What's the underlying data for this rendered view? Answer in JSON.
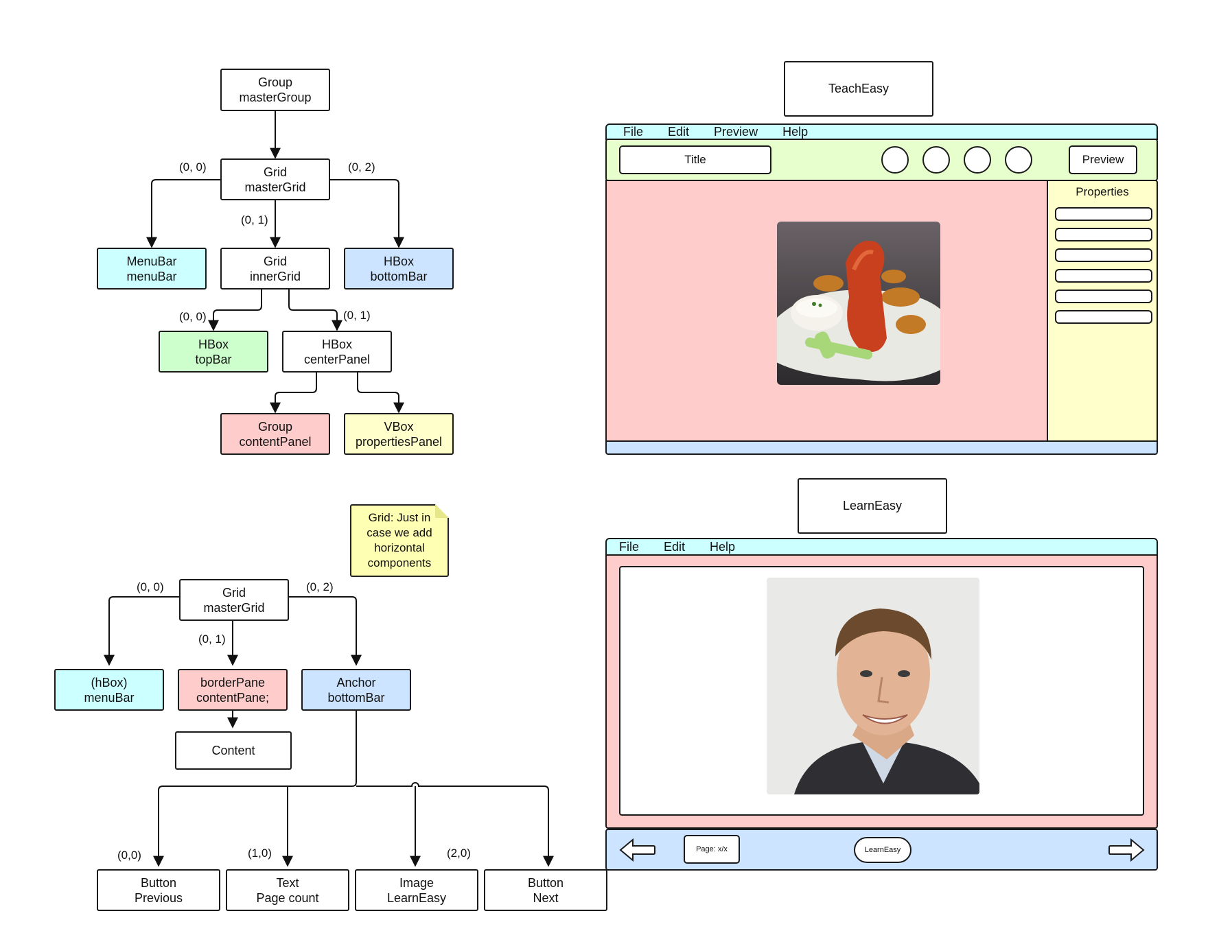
{
  "tree1": {
    "masterGroup": [
      "Group",
      "masterGroup"
    ],
    "masterGrid": [
      "Grid",
      "masterGrid"
    ],
    "menuBar": [
      "MenuBar",
      "menuBar"
    ],
    "innerGrid": [
      "Grid",
      "innerGrid"
    ],
    "bottomBar": [
      "HBox",
      "bottomBar"
    ],
    "topBar": [
      "HBox",
      "topBar"
    ],
    "centerPanel": [
      "HBox",
      "centerPanel"
    ],
    "contentPanel": [
      "Group",
      "contentPanel"
    ],
    "propertiesPanel": [
      "VBox",
      "propertiesPanel"
    ],
    "labels": {
      "menu": "(0, 0)",
      "bottom": "(0, 2)",
      "inner": "(0, 1)",
      "top": "(0, 0)",
      "center": "(0, 1)"
    }
  },
  "tree2": {
    "masterGrid": [
      "Grid",
      "masterGrid"
    ],
    "menuBar": [
      "(hBox)",
      "menuBar"
    ],
    "contentPane": [
      "borderPane",
      "contentPane;"
    ],
    "bottomBar": [
      "Anchor",
      "bottomBar"
    ],
    "content": "Content",
    "previous": [
      "Button",
      "Previous"
    ],
    "pageCount": [
      "Text",
      "Page count"
    ],
    "learnEasy": [
      "Image",
      "LearnEasy"
    ],
    "next": [
      "Button",
      "Next"
    ],
    "labels": {
      "menu": "(0, 0)",
      "bottom": "(0, 2)",
      "content": "(0, 1)",
      "previous": "(0,0)",
      "pageCount": "(1,0)",
      "image": "(2,0)"
    },
    "note": "Grid: Just in\ncase we add\nhorizontal\ncomponents"
  },
  "teachEasy": {
    "appTitle": "TeachEasy",
    "menu": [
      "File",
      "Edit",
      "Preview",
      "Help"
    ],
    "titleField": "Title",
    "previewButton": "Preview",
    "propertiesHeader": "Properties",
    "propertyFieldCount": 6,
    "colors": {
      "menu": "#ccffff",
      "top": "#e6ffcc",
      "content": "#ffcccc",
      "properties": "#ffffcc",
      "bottom": "#cce4ff"
    }
  },
  "learnEasy": {
    "appTitle": "LearnEasy",
    "menu": [
      "File",
      "Edit",
      "Help"
    ],
    "pageLabel": "Page: x/x",
    "centerLabel": "LearnEasy",
    "colors": {
      "menu": "#ccffff",
      "content": "#ffcccc",
      "bottom": "#cce4ff"
    }
  }
}
